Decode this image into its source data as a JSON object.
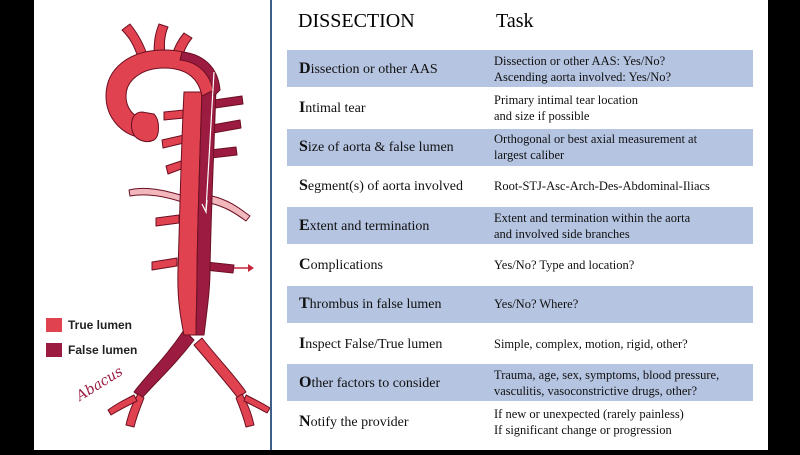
{
  "header": {
    "left": "DISSECTION",
    "right": "Task"
  },
  "legend": [
    {
      "label": "True lumen",
      "color": "#e0424f"
    },
    {
      "label": "False lumen",
      "color": "#9b1c40"
    }
  ],
  "signature": "Abacus",
  "rows": [
    {
      "initial": "D",
      "rest": "issection or other AAS",
      "task": [
        "Dissection or other AAS: Yes/No?",
        "Ascending aorta involved: Yes/No?"
      ],
      "shaded": true
    },
    {
      "initial": "I",
      "rest": "ntimal tear",
      "task": [
        "Primary intimal tear location",
        "and size if possible"
      ],
      "shaded": false
    },
    {
      "initial": "S",
      "rest": "ize of aorta & false lumen",
      "task": [
        "Orthogonal or best axial measurement at",
        "largest caliber"
      ],
      "shaded": true
    },
    {
      "initial": "S",
      "rest": "egment(s) of aorta involved",
      "task": [
        "Root-STJ-Asc-Arch-Des-Abdominal-Iliacs"
      ],
      "shaded": false
    },
    {
      "initial": "E",
      "rest": "xtent and termination",
      "task": [
        "Extent and termination within the aorta",
        "and involved side branches"
      ],
      "shaded": true
    },
    {
      "initial": "C",
      "rest": "omplications",
      "task": [
        "Yes/No? Type and location?"
      ],
      "shaded": false
    },
    {
      "initial": "T",
      "rest": "hrombus in false lumen",
      "task": [
        "Yes/No? Where?"
      ],
      "shaded": true
    },
    {
      "initial": "I",
      "rest": "nspect False/True lumen",
      "task": [
        "Simple, complex, motion, rigid, other?"
      ],
      "shaded": false
    },
    {
      "initial": "O",
      "rest": "ther factors to consider",
      "task": [
        "Trauma, age, sex, symptoms, blood pressure,",
        "vasculitis, vasoconstrictive drugs, other?"
      ],
      "shaded": true
    },
    {
      "initial": "N",
      "rest": "otify the provider",
      "task": [
        "If new or unexpected (rarely painless)",
        "If significant change or progression"
      ],
      "shaded": false
    }
  ]
}
